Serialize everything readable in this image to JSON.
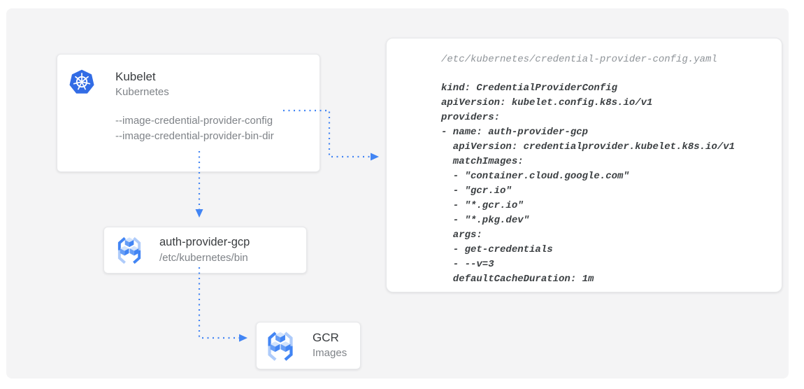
{
  "nodes": {
    "kubelet": {
      "title": "Kubelet",
      "subtitle": "Kubernetes",
      "flags": [
        "--image-credential-provider-config",
        "--image-credential-provider-bin-dir"
      ],
      "icon": "kubernetes-helm-icon"
    },
    "auth_provider_gcp": {
      "title": "auth-provider-gcp",
      "subtitle": "/etc/kubernetes/bin",
      "icon": "container-registry-icon"
    },
    "gcr": {
      "title": "GCR",
      "subtitle": "Images",
      "icon": "container-registry-icon"
    },
    "config_file": {
      "filename": "/etc/kubernetes/credential-provider-config.yaml",
      "yaml": "kind: CredentialProviderConfig\napiVersion: kubelet.config.k8s.io/v1\nproviders:\n- name: auth-provider-gcp\n  apiVersion: credentialprovider.kubelet.k8s.io/v1\n  matchImages:\n  - \"container.cloud.google.com\"\n  - \"gcr.io\"\n  - \"*.gcr.io\"\n  - \"*.pkg.dev\"\n  args:\n  - get-credentials\n  - --v=3\n  defaultCacheDuration: 1m"
    }
  },
  "edges": [
    {
      "from": "kubelet --image-credential-provider-config",
      "to": "config_file",
      "style": "dotted-blue-arrow"
    },
    {
      "from": "kubelet",
      "to": "auth_provider_gcp",
      "style": "dotted-blue-arrow"
    },
    {
      "from": "auth_provider_gcp",
      "to": "gcr",
      "style": "dotted-blue-arrow"
    }
  ],
  "colors": {
    "arrow_blue": "#4285f4",
    "kubernetes_blue": "#326ce5",
    "icon_light_blue": "#aecbfa",
    "icon_medium_blue": "#669df6",
    "icon_dark_blue": "#4285f4",
    "cube_top_blue": "#d2e3fc",
    "canvas_background": "#f4f4f5",
    "card_background": "#ffffff",
    "title_text": "#3a3d40",
    "muted_text": "#7f8388",
    "filename_text": "#8f9499",
    "code_text": "#3c4043"
  }
}
